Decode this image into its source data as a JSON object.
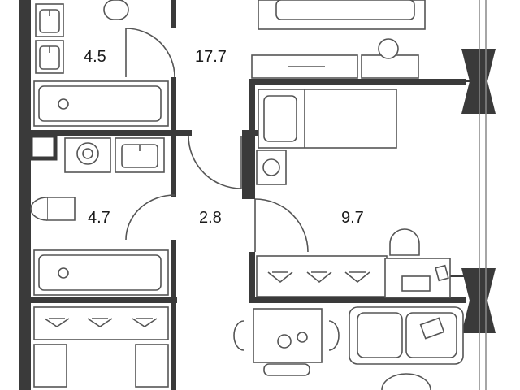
{
  "floor_plan": {
    "room_areas": [
      {
        "id": "bathroom-top",
        "area": "4.5"
      },
      {
        "id": "living-room",
        "area": "17.7"
      },
      {
        "id": "bathroom-bottom",
        "area": "4.7"
      },
      {
        "id": "hallway",
        "area": "2.8"
      },
      {
        "id": "bedroom",
        "area": "9.7"
      }
    ],
    "colors": {
      "wall": "#3a3a3a",
      "furniture_stroke": "#555555",
      "background": "#ffffff",
      "window_line": "#888888"
    },
    "icons": [
      "bathtub-icon",
      "sink-icon",
      "toilet-icon",
      "washing-machine-icon",
      "bed-icon",
      "armchair-icon",
      "dining-table-icon",
      "sofa-icon",
      "wardrobe-icon",
      "desk-icon",
      "tv-stand-icon"
    ]
  }
}
